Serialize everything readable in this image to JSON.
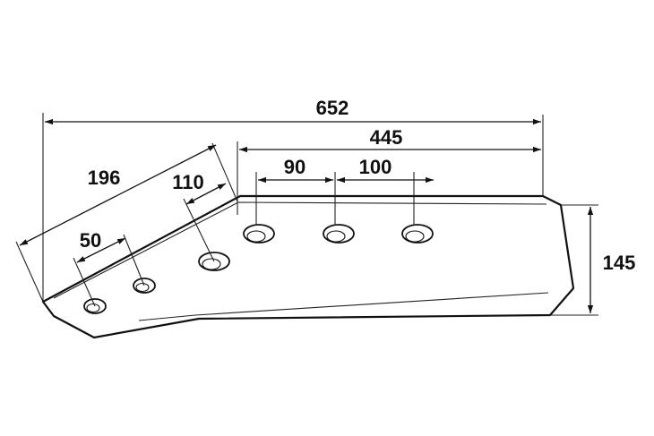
{
  "diagram": {
    "dimensions": {
      "total_length": "652",
      "hole_span": "445",
      "hole_pitch_1": "90",
      "hole_pitch_2": "100",
      "angled_length": "196",
      "angled_hole_gap": "110",
      "end_hole_offset": "50",
      "height": "145"
    },
    "hole_count": 6,
    "line_color": "#111111",
    "background": "#ffffff"
  }
}
